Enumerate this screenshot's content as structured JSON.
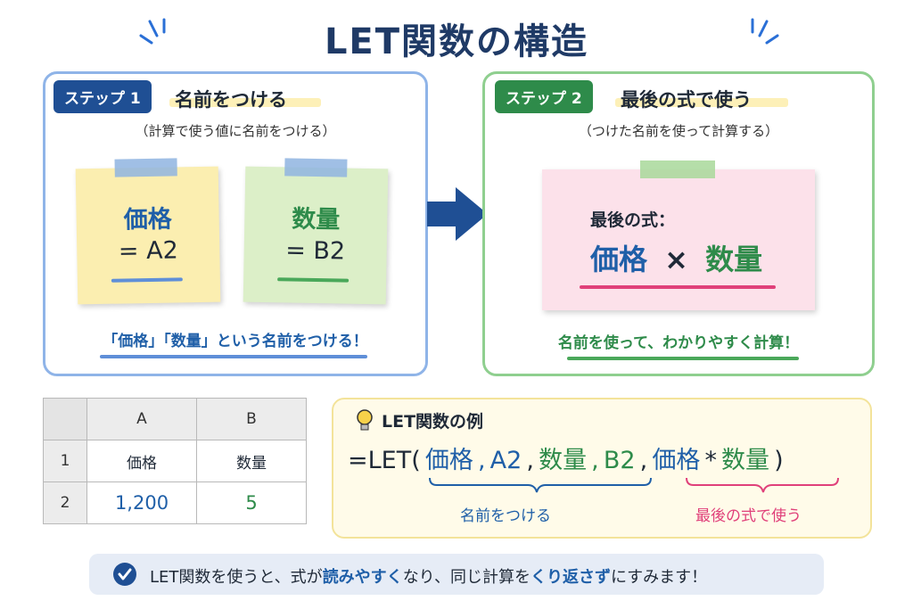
{
  "title": "LET関数の構造",
  "step1": {
    "badge": "ステップ 1",
    "heading": "名前をつける",
    "subtitle": "（計算で使う値に名前をつける）",
    "notes": [
      {
        "name": "価格",
        "value": "= A2",
        "color": "#fbeeb0",
        "accent": "#1f5fa8"
      },
      {
        "name": "数量",
        "value": "= B2",
        "color": "#dcefc8",
        "accent": "#2e8b4a"
      }
    ],
    "caption": "「価格」「数量」という名前をつける！"
  },
  "step2": {
    "badge": "ステップ 2",
    "heading": "最後の式で使う",
    "subtitle": "（つけた名前を使って計算する）",
    "note_label": "最後の式：",
    "expr_left": "価格",
    "expr_op": "×",
    "expr_right": "数量",
    "caption": "名前を使って、わかりやすく計算！"
  },
  "sheet": {
    "columns": [
      "A",
      "B"
    ],
    "rows": [
      {
        "num": "1",
        "a": "価格",
        "b": "数量"
      },
      {
        "num": "2",
        "a": "1,200",
        "b": "5"
      }
    ]
  },
  "example": {
    "title": "LET関数の例",
    "icon": "lightbulb-icon",
    "formula": {
      "prefix": "=LET(",
      "name1": "価格",
      "sep1": ",",
      "val1": "A2",
      "sep2": ",",
      "name2": "数量",
      "sep3": ",",
      "val2": "B2",
      "sep4": ",",
      "expr1": "価格",
      "op": "*",
      "expr2": "数量",
      "suffix": ")"
    },
    "brace_left_label": "名前をつける",
    "brace_right_label": "最後の式で使う"
  },
  "callout": {
    "icon": "check-circle-icon",
    "text_pre": "LET関数を使うと、式が",
    "text_hl1": "読みやすく",
    "text_mid": "なり、同じ計算を",
    "text_hl2": "くり返さず",
    "text_post": "にすみます！"
  },
  "colors": {
    "navy": "#1f3a66",
    "blue": "#1f5fa8",
    "green": "#2e8b4a",
    "pink": "#e0407a"
  }
}
